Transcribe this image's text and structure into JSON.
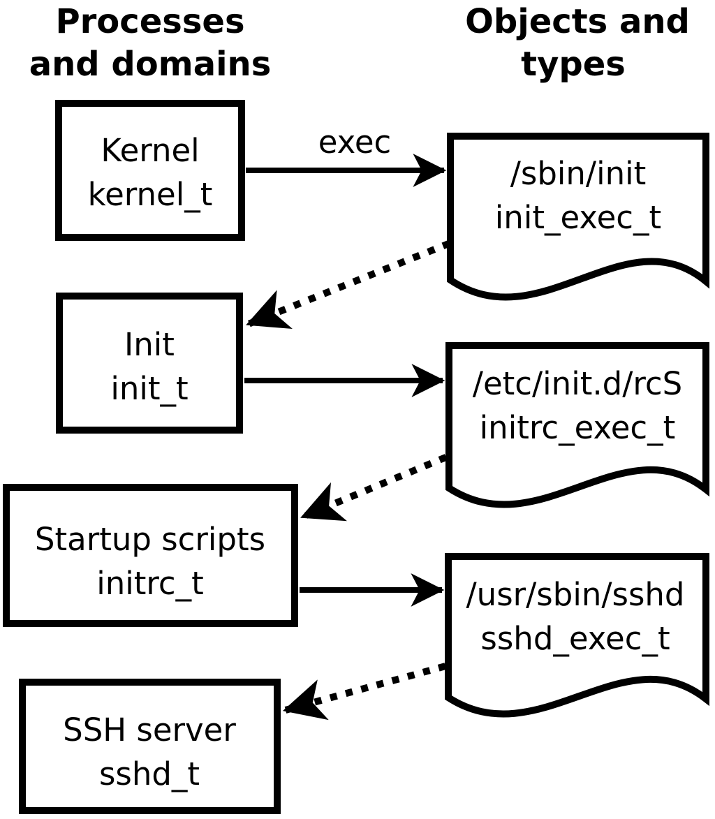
{
  "headings": {
    "left": {
      "line1": "Processes",
      "line2": "and domains"
    },
    "right": {
      "line1": "Objects and",
      "line2": "types"
    }
  },
  "processes": [
    {
      "label": "Kernel",
      "domain": "kernel_t"
    },
    {
      "label": "Init",
      "domain": "init_t"
    },
    {
      "label": "Startup scripts",
      "domain": "initrc_t"
    },
    {
      "label": "SSH server",
      "domain": "sshd_t"
    }
  ],
  "objects": [
    {
      "path": "/sbin/init",
      "type": "init_exec_t"
    },
    {
      "path": "/etc/init.d/rcS",
      "type": "initrc_exec_t"
    },
    {
      "path": "/usr/sbin/sshd",
      "type": "sshd_exec_t"
    }
  ],
  "arrows": {
    "exec_label": "exec",
    "solid": [
      {
        "from": "Kernel kernel_t",
        "to": "/sbin/init init_exec_t",
        "label": "exec"
      },
      {
        "from": "Init init_t",
        "to": "/etc/init.d/rcS initrc_exec_t",
        "label": ""
      },
      {
        "from": "Startup scripts initrc_t",
        "to": "/usr/sbin/sshd sshd_exec_t",
        "label": ""
      }
    ],
    "dotted": [
      {
        "from": "/sbin/init init_exec_t",
        "to": "Init init_t"
      },
      {
        "from": "/etc/init.d/rcS initrc_exec_t",
        "to": "Startup scripts initrc_t"
      },
      {
        "from": "/usr/sbin/sshd sshd_exec_t",
        "to": "SSH server sshd_t"
      }
    ]
  },
  "colors": {
    "stroke": "#000000",
    "fill": "#ffffff",
    "text": "#000000"
  }
}
